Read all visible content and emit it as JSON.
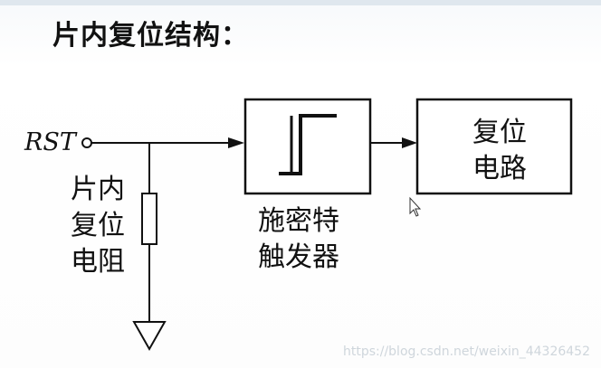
{
  "title": "片内复位结构：",
  "labels": {
    "rst": "RST",
    "resistor_line1": "片内",
    "resistor_line2": "复位",
    "resistor_line3": "电阻",
    "schmitt_line1": "施密特",
    "schmitt_line2": "触发器",
    "reset_line1": "复位",
    "reset_line2": "电路"
  },
  "watermark": "https://blog.csdn.net/weixin_44326452",
  "icons": [
    "pointer-cursor-icon"
  ]
}
